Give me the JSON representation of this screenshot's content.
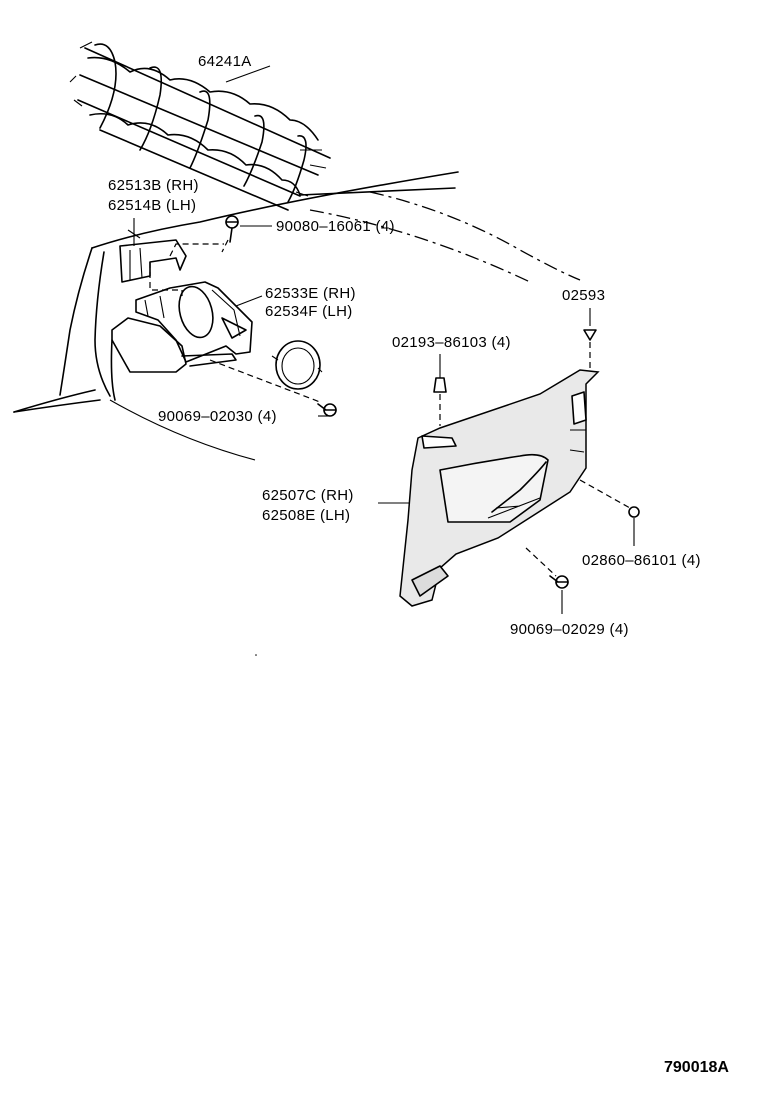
{
  "diagram": {
    "labels": {
      "p64241": "64241A",
      "p62513": "62513B (RH)",
      "p62514": "62514B (LH)",
      "p90080": "90080–16061 (4)",
      "p62533": "62533E (RH)",
      "p62534": "62534F (LH)",
      "p02593": "02593",
      "p02193": "02193–86103 (4)",
      "p90069a": "90069–02030 (4)",
      "p62507": "62507C (RH)",
      "p62508": "62508E (LH)",
      "p02860": "02860–86101 (4)",
      "p90069b": "90069–02029 (4)"
    },
    "figure_code": "790018A"
  },
  "colors": {
    "line": "#000000",
    "background": "#ffffff",
    "shade": "#e9e9e9"
  }
}
